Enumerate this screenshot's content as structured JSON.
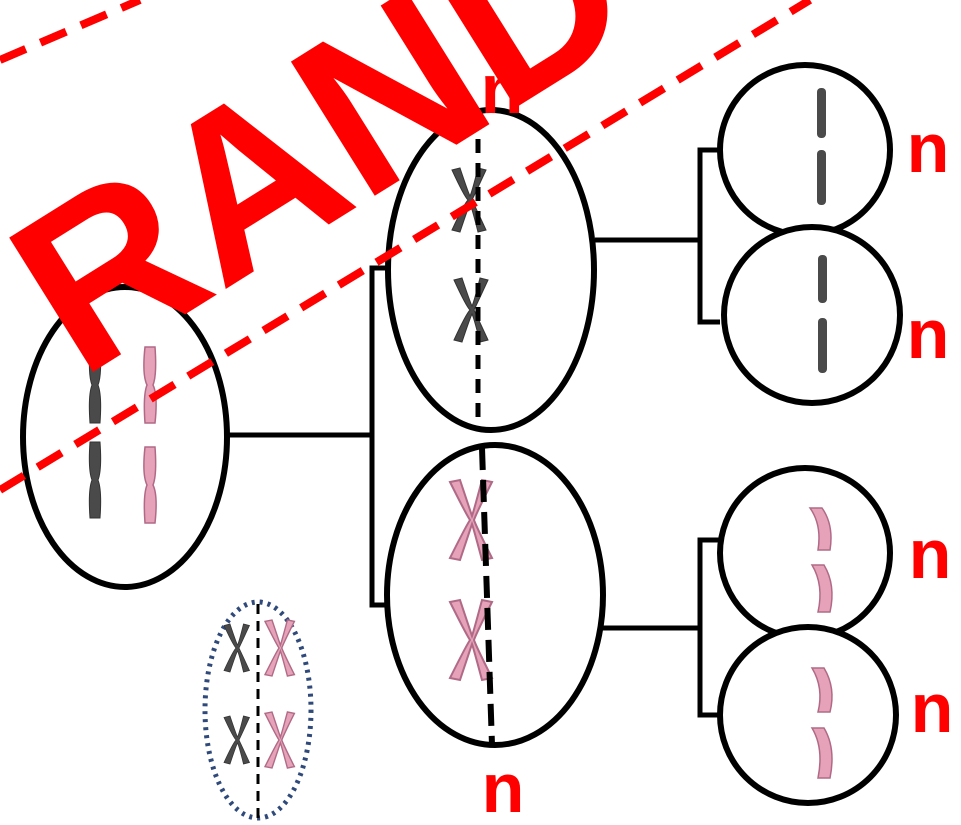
{
  "diagram": {
    "watermark": "RANDOM",
    "ploidy_label": "n",
    "top_label": "n",
    "bottom_label": "n",
    "daughter_labels": [
      "n",
      "n",
      "n",
      "n"
    ],
    "colors": {
      "outline": "#000000",
      "dark_chromosome": "#4a4a4a",
      "pink_chromosome": "#e6a2b8",
      "pink_outline": "#b06a86",
      "watermark": "#ff0000",
      "label": "#ff0000",
      "dotted_outline": "#2f4a7a"
    }
  }
}
